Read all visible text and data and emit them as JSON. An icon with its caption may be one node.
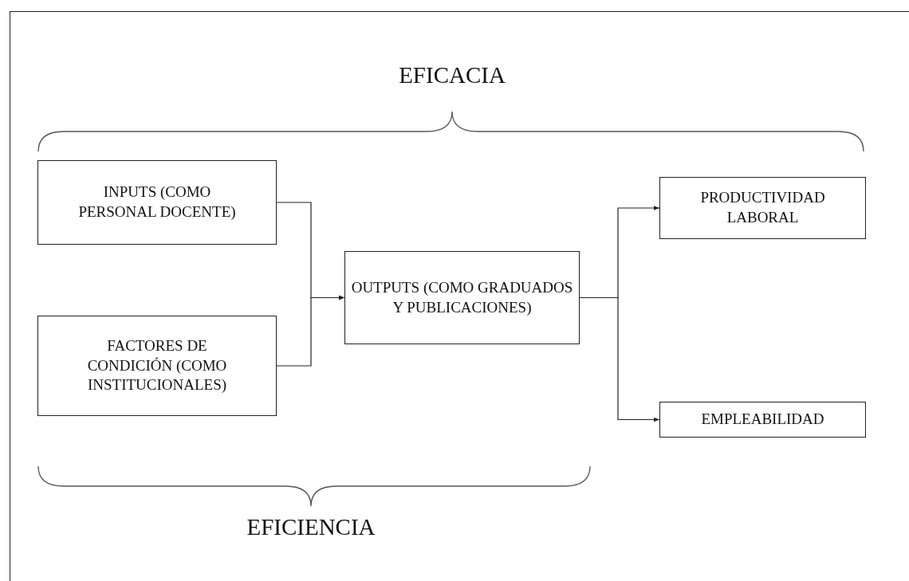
{
  "diagram": {
    "nodes": [
      {
        "text": [
          "INPUTS (COMO PERSONAL DOCENTE)"
        ]
      },
      {
        "text": [
          "FACTORES DE CONDICIÓN (COMO INSTITUCIONALES)"
        ]
      },
      {
        "text": [
          "OUTPUTS (COMO GRADUADOS Y PUBLICACIONES)"
        ]
      },
      {
        "text": [
          "PRODUCTIVIDAD LABORAL"
        ]
      },
      {
        "text": [
          "EMPLEABILIDAD"
        ]
      }
    ],
    "edges": [
      {
        "from": 0,
        "to": 2,
        "arrow": "to"
      },
      {
        "from": 1,
        "to": 2,
        "arrow": "to"
      },
      {
        "from": 2,
        "to": 3,
        "arrow": "to"
      },
      {
        "from": 2,
        "to": 4,
        "arrow": "to"
      }
    ],
    "labels": [
      "EFICACIA",
      "EFICIENCIA"
    ]
  }
}
